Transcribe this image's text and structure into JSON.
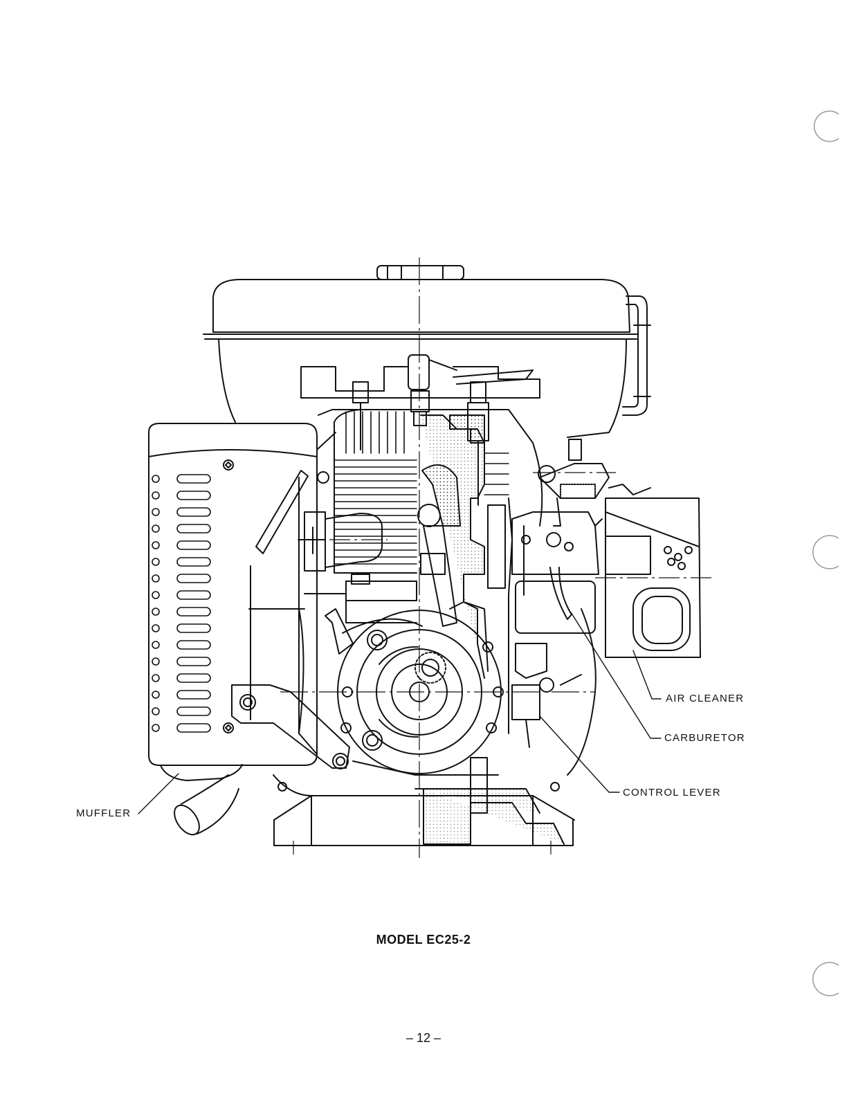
{
  "figure": {
    "labels": {
      "muffler": "MUFFLER",
      "air_cleaner": "AIR CLEANER",
      "carburetor": "CARBURETOR",
      "control_lever": "CONTROL LEVER"
    },
    "caption": "MODEL EC25-2",
    "page_number": "– 12 –"
  }
}
